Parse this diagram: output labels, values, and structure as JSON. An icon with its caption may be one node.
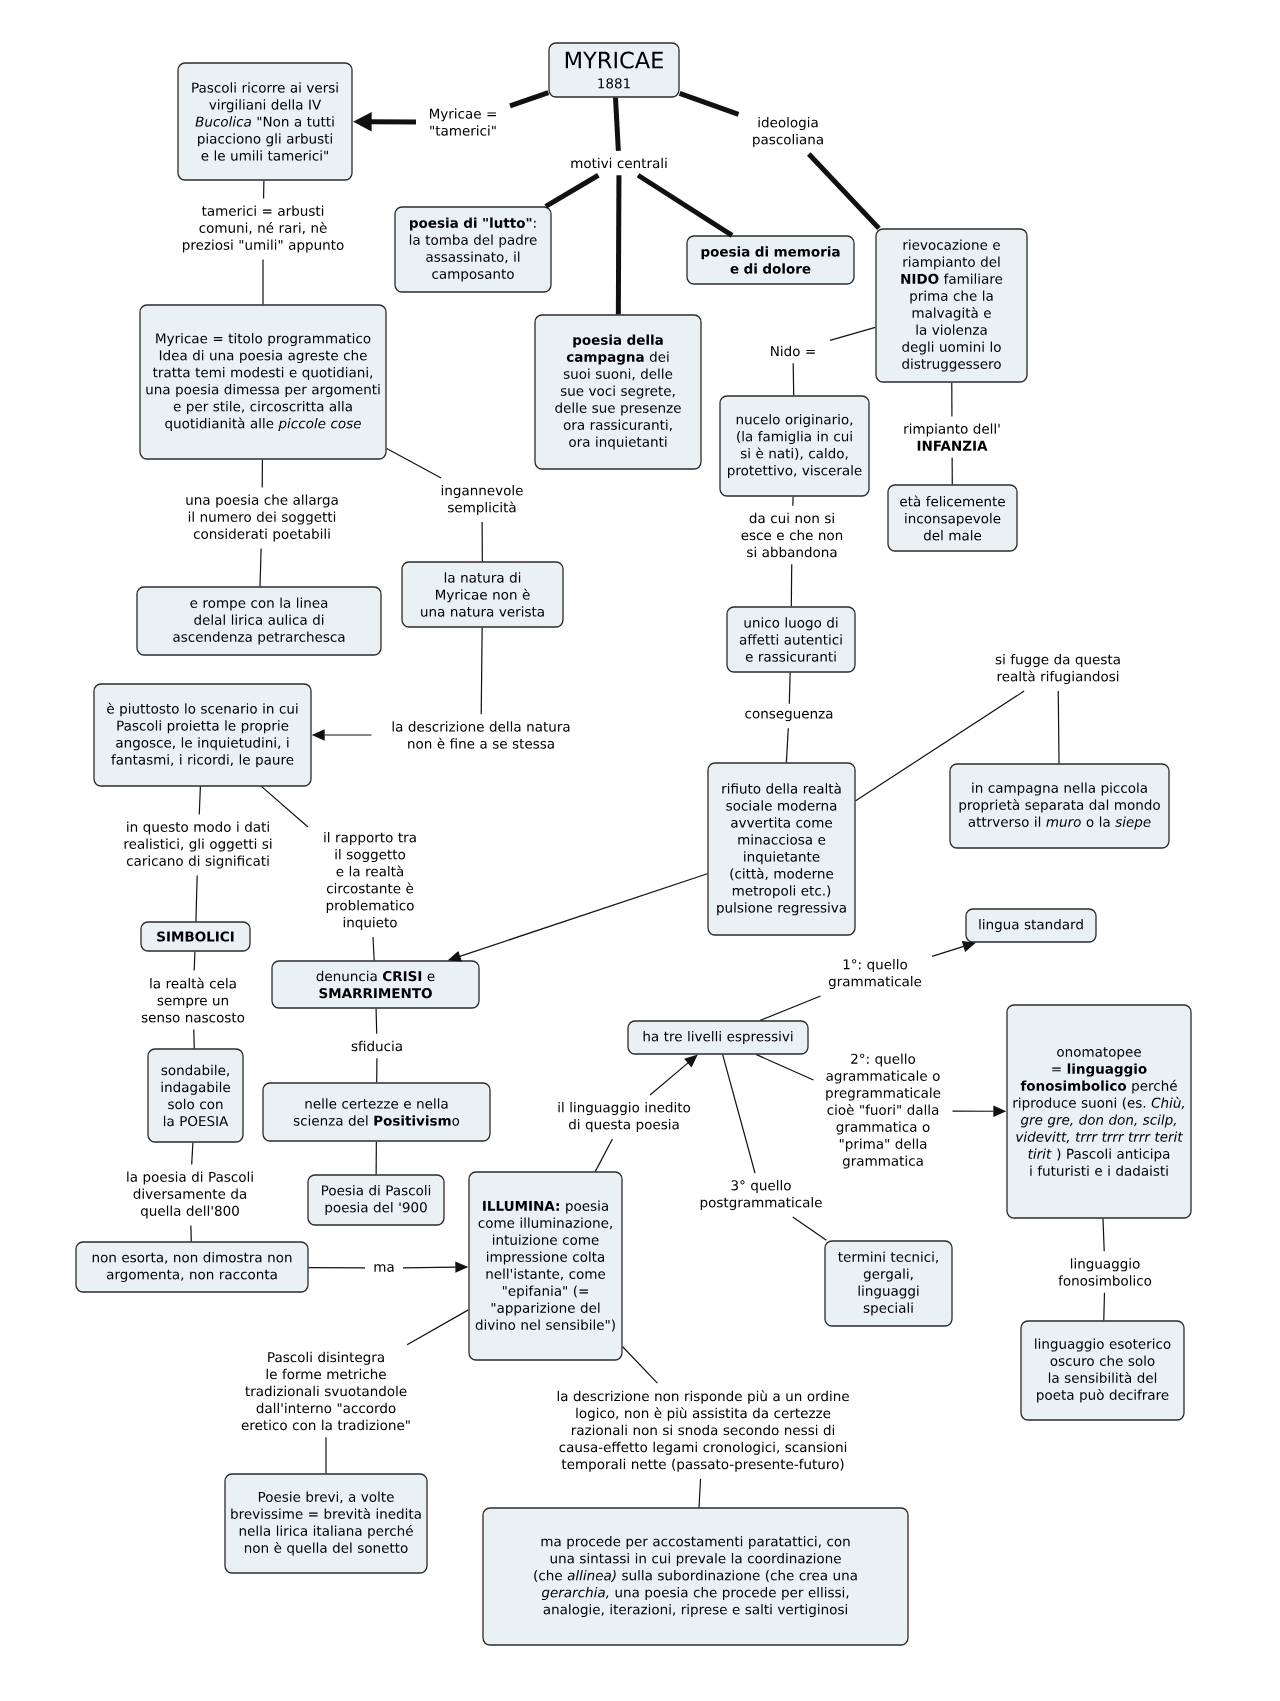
{
  "diagram": {
    "nodes": [
      {
        "text": [
          "MYRICAE",
          "1881"
        ]
      },
      {
        "text": [
          "Myricae = \"tamerici\""
        ]
      },
      {
        "text": [
          "Pascoli ricorre ai versi virgiliani della IV *Bucolica* \"Non a tutti piacciono gli arbusti e le umili tamerici\""
        ]
      },
      {
        "text": [
          "ideologia pascoliana"
        ]
      },
      {
        "text": [
          "motivi centrali"
        ]
      },
      {
        "text": [
          "tamerici = arbusti comuni, né rari, nè preziosi \"umili\" appunto"
        ]
      },
      {
        "text": [
          "**poesia di \"lutto\"**: la tomba del padre assassinato, il camposanto"
        ]
      },
      {
        "text": [
          "poesia di memoria e di dolore"
        ]
      },
      {
        "text": [
          "rievocazione e riampianto del **NIDO** familiare prima che la malvagità e la violenza degli uomini lo distruggessero"
        ]
      },
      {
        "text": [
          "**poesia della campagna** dei suoi suoni, delle sue voci segrete, delle sue presenze ora rassicuranti, ora inquietanti"
        ]
      },
      {
        "text": [
          "Nido ="
        ]
      },
      {
        "text": [
          "Myricae = titolo programmatico Idea di una poesia agreste che tratta temi modesti e quotidiani, una poesia dimessa per argomenti e per stile, circoscritta alla quotidianità alle *piccole cose*"
        ]
      },
      {
        "text": [
          "nucelo originario, (la famiglia in cui si è nati), caldo, protettivo, viscerale"
        ]
      },
      {
        "text": [
          "rimpianto dell' **INFANZIA**"
        ]
      },
      {
        "text": [
          "età felicemente inconsapevole del male"
        ]
      },
      {
        "text": [
          "una poesia che allarga il numero dei soggetti considerati poetabili"
        ]
      },
      {
        "text": [
          "ingannevole semplicità"
        ]
      },
      {
        "text": [
          "da cui non si esce e che non si abbandona"
        ]
      },
      {
        "text": [
          "la natura di Myricae non è una natura verista"
        ]
      },
      {
        "text": [
          "e rompe con la linea delal lirica aulica di ascendenza petrarchesca"
        ]
      },
      {
        "text": [
          "unico luogo di affetti autentici e rassicuranti"
        ]
      },
      {
        "text": [
          "si fugge da questa realtà rifugiandosi"
        ]
      },
      {
        "text": [
          "è piuttosto lo scenario in cui Pascoli proietta le proprie angosce, le inquietudini, i fantasmi, i ricordi, le paure"
        ]
      },
      {
        "text": [
          "conseguenza"
        ]
      },
      {
        "text": [
          "la descrizione della natura non è fine a se stessa"
        ]
      },
      {
        "text": [
          "rifiuto della realtà sociale moderna avvertita come minacciosa e inquietante (città, moderne metropoli etc.) pulsione regressiva"
        ]
      },
      {
        "text": [
          "in campagna nella piccola proprietà separata dal mondo attrverso il *muro* o la *siepe*"
        ]
      },
      {
        "text": [
          "in questo modo i dati realistici, gli oggetti si caricano di significati"
        ]
      },
      {
        "text": [
          "il rapporto tra il soggetto e la realtà circostante è problematico inquieto"
        ]
      },
      {
        "text": [
          "lingua standard"
        ]
      },
      {
        "text": [
          "SIMBOLICI"
        ]
      },
      {
        "text": [
          "denuncia **CRISI** e **SMARRIMENTO**"
        ]
      },
      {
        "text": [
          "1°: quello grammaticale"
        ]
      },
      {
        "text": [
          "la realtà cela sempre un senso nascosto"
        ]
      },
      {
        "text": [
          "sfiducia"
        ]
      },
      {
        "text": [
          "ha tre livelli espressivi"
        ]
      },
      {
        "text": [
          "onomatopee = **linguaggio fonosimbolico** perché riproduce suoni (es. *Chiù, gre gre, don don, scilp, videvitt, trrr trrr trrr terit tirit* ) Pascoli anticipa i futuristi e i dadaisti"
        ]
      },
      {
        "text": [
          "2°: quello agrammaticale o pregrammaticale cioè \"fuori\" dalla grammatica o \"prima\" della grammatica"
        ]
      },
      {
        "text": [
          "sondabile, indagabile solo con la POESIA"
        ]
      },
      {
        "text": [
          "nelle certezze e nella scienza del **Positivism**o"
        ]
      },
      {
        "text": [
          "il linguaggio inedito di questa poesia"
        ]
      },
      {
        "text": [
          "la poesia di Pascoli diversamente da quella dell'800"
        ]
      },
      {
        "text": [
          "Poesia di Pascoli poesia del '900"
        ]
      },
      {
        "text": [
          "**ILLUMINA:** poesia come illuminazione, intuizione come impressione colta nell'istante, come \"epifania\" (= \"apparizione del divino nel sensibile\")"
        ]
      },
      {
        "text": [
          "3° quello postgrammaticale"
        ]
      },
      {
        "text": [
          "non esorta, non dimostra non argomenta, non racconta"
        ]
      },
      {
        "text": [
          "ma"
        ]
      },
      {
        "text": [
          "termini tecnici, gergali, linguaggi speciali"
        ]
      },
      {
        "text": [
          "linguaggio fonosimbolico"
        ]
      },
      {
        "text": [
          "linguaggio esoterico oscuro che solo la sensibilità del poeta può decifrare"
        ]
      },
      {
        "text": [
          "Pascoli disintegra le forme metriche tradizionali svuotandole dall'interno \"accordo eretico con la tradizione\""
        ]
      },
      {
        "text": [
          "la descrizione non risponde più a un ordine logico, non è più assistita da certezze razionali non si snoda secondo nessi di causa-effetto legami cronologici, scansioni temporali nette (passato-presente-futuro)"
        ]
      },
      {
        "text": [
          "Poesie brevi, a volte brevissime = brevità inedita nella lirica italiana perché non è quella del sonetto"
        ]
      },
      {
        "text": [
          "ma procede per accostamenti paratattici, con una sintassi in cui prevale la coordinazione (che *allinea)* sulla subordinazione (che crea una *gerarchia,* una poesia che procede per ellissi, analogie, iterazioni, riprese e salti vertiginosi"
        ]
      }
    ],
    "edges": [
      {
        "from": 0,
        "to": 1,
        "arrow": "none",
        "style": "thick"
      },
      {
        "from": 1,
        "to": 2,
        "arrow": "to",
        "style": "thick"
      },
      {
        "from": 0,
        "to": 3,
        "arrow": "none",
        "style": "thick"
      },
      {
        "from": 3,
        "to": 8,
        "arrow": "none",
        "style": "thick"
      },
      {
        "from": 0,
        "to": 4,
        "arrow": "none",
        "style": "thick"
      },
      {
        "from": 4,
        "to": 6,
        "arrow": "none",
        "style": "thick"
      },
      {
        "from": 4,
        "to": 9,
        "arrow": "none",
        "style": "thick"
      },
      {
        "from": 4,
        "to": 7,
        "arrow": "none",
        "style": "thick"
      },
      {
        "from": 2,
        "to": 5,
        "arrow": "none"
      },
      {
        "from": 5,
        "to": 11,
        "arrow": "none"
      },
      {
        "from": 8,
        "to": 10,
        "arrow": "none"
      },
      {
        "from": 10,
        "to": 12,
        "arrow": "none"
      },
      {
        "from": 8,
        "to": 13,
        "arrow": "none"
      },
      {
        "from": 13,
        "to": 14,
        "arrow": "none"
      },
      {
        "from": 11,
        "to": 15,
        "arrow": "none"
      },
      {
        "from": 15,
        "to": 19,
        "arrow": "none"
      },
      {
        "from": 11,
        "to": 16,
        "arrow": "none"
      },
      {
        "from": 16,
        "to": 18,
        "arrow": "none"
      },
      {
        "from": 12,
        "to": 17,
        "arrow": "none"
      },
      {
        "from": 17,
        "to": 20,
        "arrow": "none"
      },
      {
        "from": 18,
        "to": 24,
        "arrow": "none"
      },
      {
        "from": 24,
        "to": 22,
        "arrow": "to"
      },
      {
        "from": 20,
        "to": 23,
        "arrow": "none"
      },
      {
        "from": 23,
        "to": 25,
        "arrow": "none"
      },
      {
        "from": 25,
        "to": 21,
        "arrow": "none"
      },
      {
        "from": 21,
        "to": 26,
        "arrow": "none"
      },
      {
        "from": 22,
        "to": 27,
        "arrow": "none"
      },
      {
        "from": 27,
        "to": 30,
        "arrow": "none"
      },
      {
        "from": 22,
        "to": 28,
        "arrow": "none"
      },
      {
        "from": 28,
        "to": 31,
        "arrow": "none"
      },
      {
        "from": 25,
        "to": 31,
        "arrow": "to"
      },
      {
        "from": 30,
        "to": 33,
        "arrow": "none"
      },
      {
        "from": 33,
        "to": 38,
        "arrow": "none"
      },
      {
        "from": 31,
        "to": 34,
        "arrow": "none"
      },
      {
        "from": 34,
        "to": 39,
        "arrow": "none"
      },
      {
        "from": 39,
        "to": 42,
        "arrow": "none"
      },
      {
        "from": 38,
        "to": 41,
        "arrow": "none"
      },
      {
        "from": 41,
        "to": 45,
        "arrow": "none"
      },
      {
        "from": 45,
        "to": 46,
        "arrow": "none"
      },
      {
        "from": 46,
        "to": 43,
        "arrow": "to"
      },
      {
        "from": 43,
        "to": 40,
        "arrow": "none"
      },
      {
        "from": 40,
        "to": 35,
        "arrow": "to"
      },
      {
        "from": 35,
        "to": 32,
        "arrow": "none"
      },
      {
        "from": 32,
        "to": 29,
        "arrow": "to"
      },
      {
        "from": 35,
        "to": 37,
        "arrow": "none"
      },
      {
        "from": 37,
        "to": 36,
        "arrow": "to"
      },
      {
        "from": 35,
        "to": 44,
        "arrow": "none"
      },
      {
        "from": 44,
        "to": 47,
        "arrow": "none"
      },
      {
        "from": 36,
        "to": 48,
        "arrow": "none"
      },
      {
        "from": 48,
        "to": 49,
        "arrow": "none"
      },
      {
        "from": 43,
        "to": 50,
        "arrow": "none"
      },
      {
        "from": 50,
        "to": 52,
        "arrow": "none"
      },
      {
        "from": 43,
        "to": 51,
        "arrow": "none"
      },
      {
        "from": 51,
        "to": 53,
        "arrow": "none"
      }
    ]
  }
}
